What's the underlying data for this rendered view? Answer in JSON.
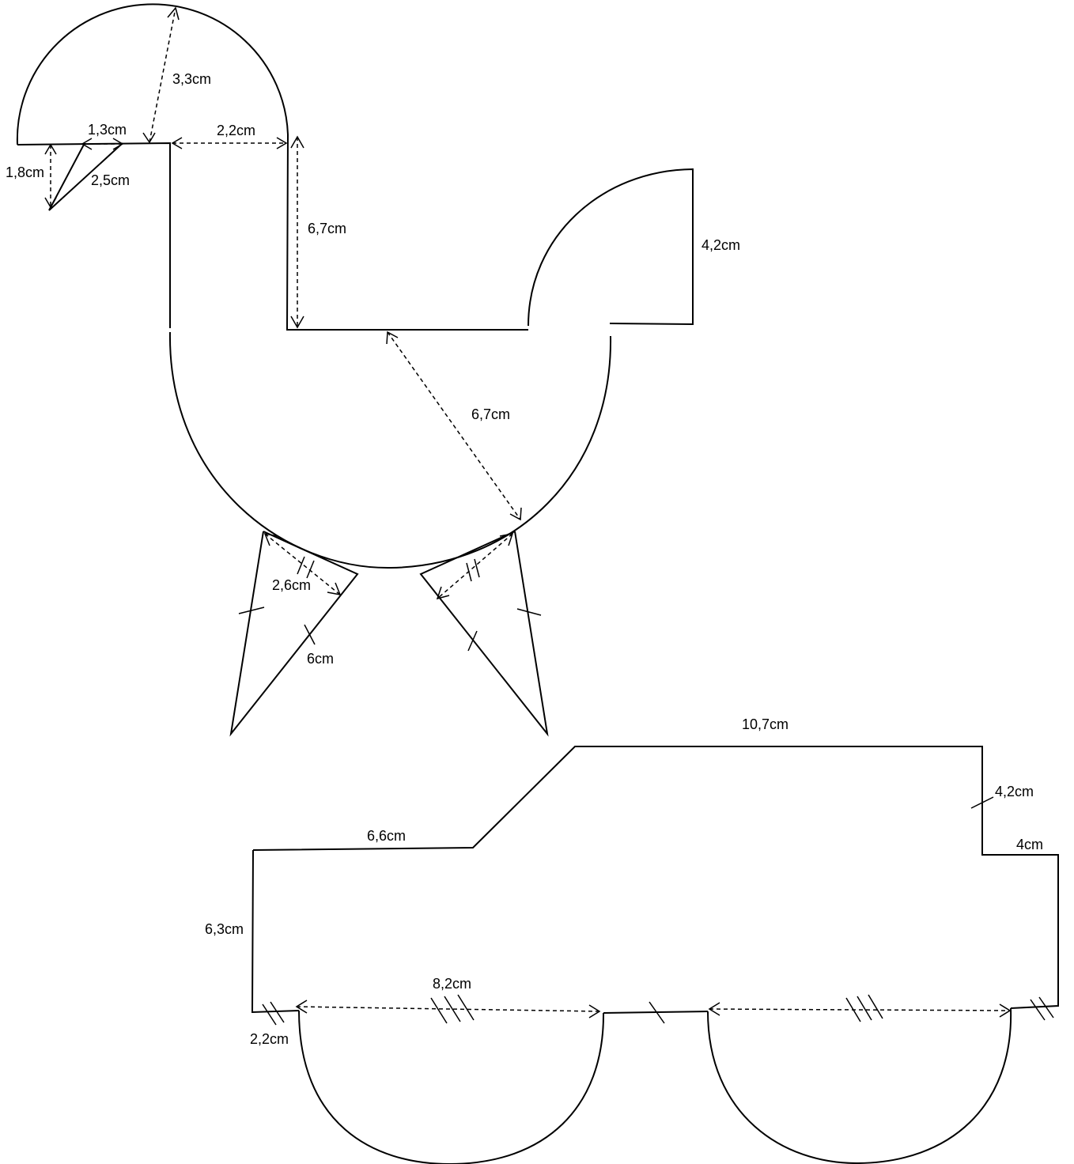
{
  "figure": {
    "labels": {
      "bird_head_height": "3,3cm",
      "bird_beak_top": "1,3cm",
      "bird_beak_side": "1,8cm",
      "bird_beak_long": "2,5cm",
      "bird_neck_width": "2,2cm",
      "bird_neck_height": "6,7cm",
      "bird_tail_height": "4,2cm",
      "bird_body_radius": "6,7cm",
      "bird_foot_base": "2,6cm",
      "bird_foot_side": "6cm",
      "car_roof": "10,7cm",
      "car_window_edge": "4,2cm",
      "car_rear_top": "4cm",
      "car_hood": "6,6cm",
      "car_front_height": "6,3cm",
      "car_wheel_span": "8,2cm",
      "car_front_overhang": "2,2cm"
    }
  }
}
